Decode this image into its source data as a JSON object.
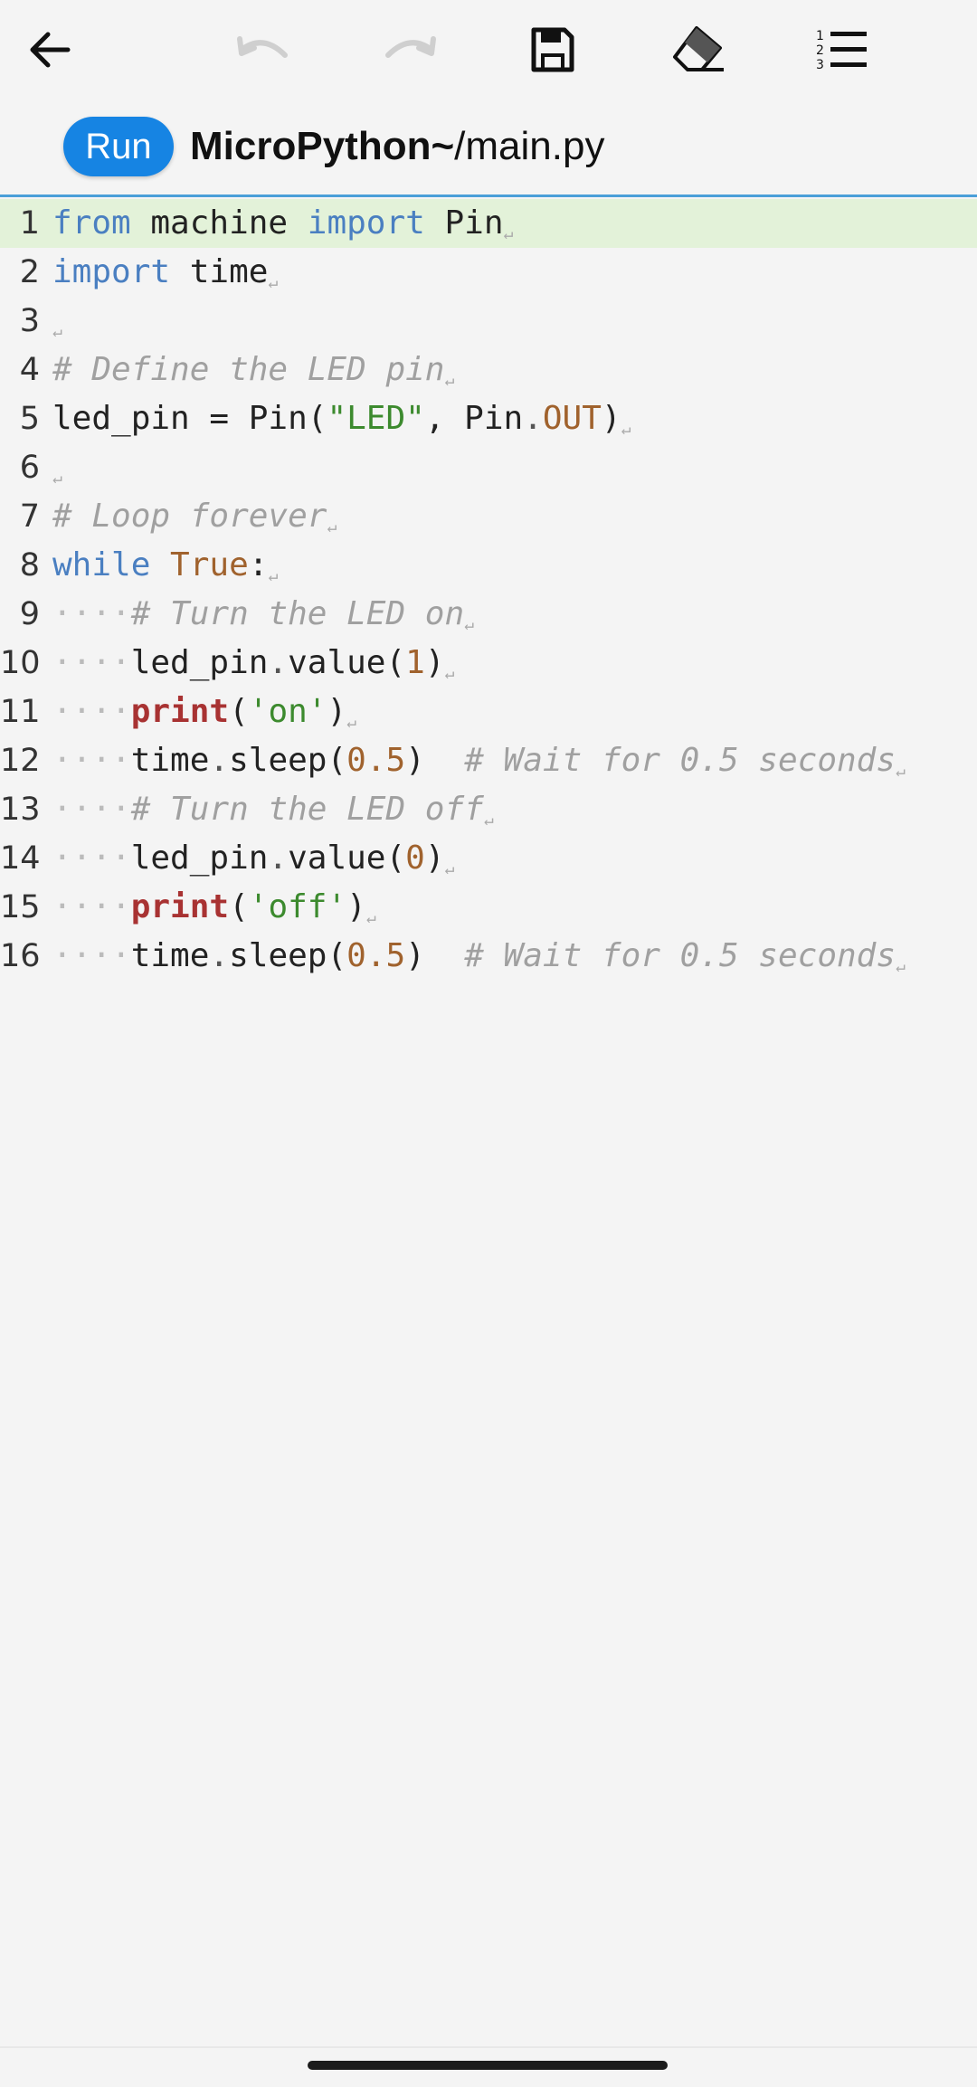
{
  "toolbar": {
    "back": "back-arrow-icon",
    "undo": "undo-icon",
    "redo": "redo-icon",
    "save": "save-icon",
    "eraser": "eraser-icon",
    "numbered_list": "numbered-list-icon"
  },
  "titlebar": {
    "run_label": "Run",
    "runtime": "MicroPython~",
    "path": "/main.py"
  },
  "editor": {
    "lines": [
      {
        "n": "1"
      },
      {
        "n": "2"
      },
      {
        "n": "3"
      },
      {
        "n": "4"
      },
      {
        "n": "5"
      },
      {
        "n": "6"
      },
      {
        "n": "7"
      },
      {
        "n": "8"
      },
      {
        "n": "9"
      },
      {
        "n": "10"
      },
      {
        "n": "11"
      },
      {
        "n": "12"
      },
      {
        "n": "13"
      },
      {
        "n": "14"
      },
      {
        "n": "15"
      },
      {
        "n": "16"
      }
    ],
    "code": {
      "l1": {
        "kw1": "from",
        "mod": " machine ",
        "kw2": "import",
        "name": " Pin"
      },
      "l2": {
        "kw": "import",
        "name": " time"
      },
      "l4": {
        "cmt": "# Define the LED pin"
      },
      "l5": {
        "a": "led_pin = Pin(",
        "str": "\"LED\"",
        "b": ", Pin",
        "dot": ".",
        "const": "OUT",
        "c": ")"
      },
      "l7": {
        "cmt": "# Loop forever"
      },
      "l8": {
        "kw": "while",
        "const": " True",
        "c": ":"
      },
      "l9": {
        "indent": "····",
        "cmt": "# Turn the LED on"
      },
      "l10": {
        "indent": "····",
        "a": "led_pin",
        "dot": ".",
        "b": "value(",
        "num": "1",
        "c": ")"
      },
      "l11": {
        "indent": "····",
        "bi": "print",
        "a": "(",
        "str": "'on'",
        "c": ")"
      },
      "l12": {
        "indent": "····",
        "a": "time",
        "dot": ".",
        "b": "sleep(",
        "num": "0.5",
        "c": ")  ",
        "cmt": "# Wait for 0.5 seconds"
      },
      "l13": {
        "indent": "····",
        "cmt": "# Turn the LED off"
      },
      "l14": {
        "indent": "····",
        "a": "led_pin",
        "dot": ".",
        "b": "value(",
        "num": "0",
        "c": ")"
      },
      "l15": {
        "indent": "····",
        "bi": "print",
        "a": "(",
        "str": "'off'",
        "c": ")"
      },
      "l16": {
        "indent": "····",
        "a": "time",
        "dot": ".",
        "b": "sleep(",
        "num": "0.5",
        "c": ")  ",
        "cmt": "# Wait for 0.5 seconds"
      }
    },
    "eol_mark": "↵",
    "colors": {
      "keyword": "#4a7fc1",
      "builtin": "#a83232",
      "string": "#3c8a2e",
      "number": "#a0622d",
      "comment": "#a0a0a0",
      "active_line": "#e3f2d9",
      "run_button": "#1684e3"
    }
  }
}
